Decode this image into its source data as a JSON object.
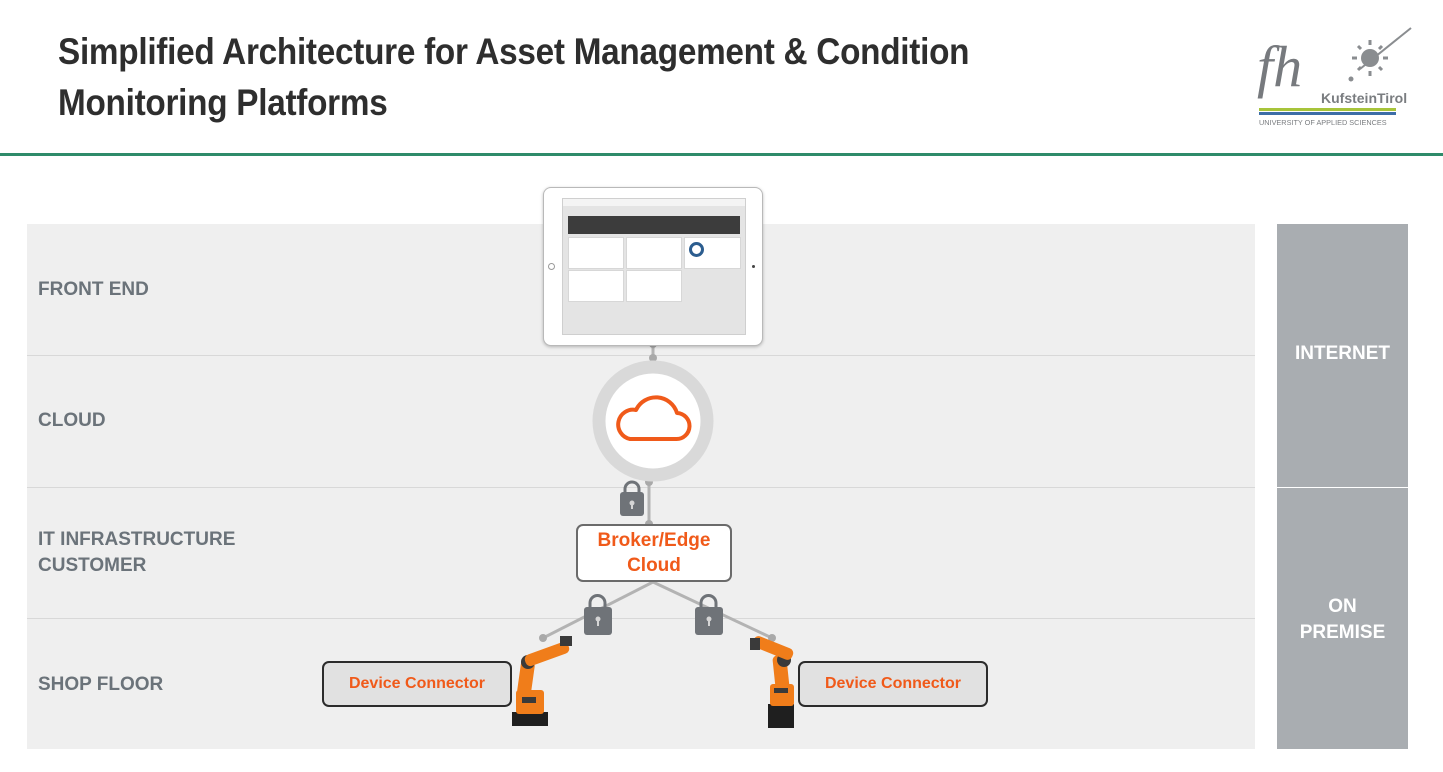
{
  "header": {
    "title": "Simplified Architecture for Asset Management & Condition Monitoring Platforms",
    "logo": {
      "letters": "fh",
      "name": "KufsteinTirol",
      "subtitle": "UNIVERSITY OF APPLIED SCIENCES"
    }
  },
  "layers": [
    {
      "label": "FRONT END"
    },
    {
      "label": "CLOUD"
    },
    {
      "label": "IT INFRASTRUCTURE CUSTOMER"
    },
    {
      "label": "SHOP FLOOR"
    }
  ],
  "zones": [
    {
      "label": "INTERNET"
    },
    {
      "label": "ON PREMISE"
    }
  ],
  "nodes": {
    "front_end_device": "tablet-dashboard",
    "cloud_icon": "cloud-icon",
    "broker": "Broker/Edge Cloud",
    "device_connector_left": "Device Connector",
    "device_connector_right": "Device Connector"
  },
  "colors": {
    "accent": "#f05a1a",
    "divider": "#2e8b6a",
    "band": "#efefef",
    "zone": "#a9adb1",
    "lock": "#6f7378",
    "connector": "#b3b3b3",
    "robot": "#f07d1a"
  }
}
